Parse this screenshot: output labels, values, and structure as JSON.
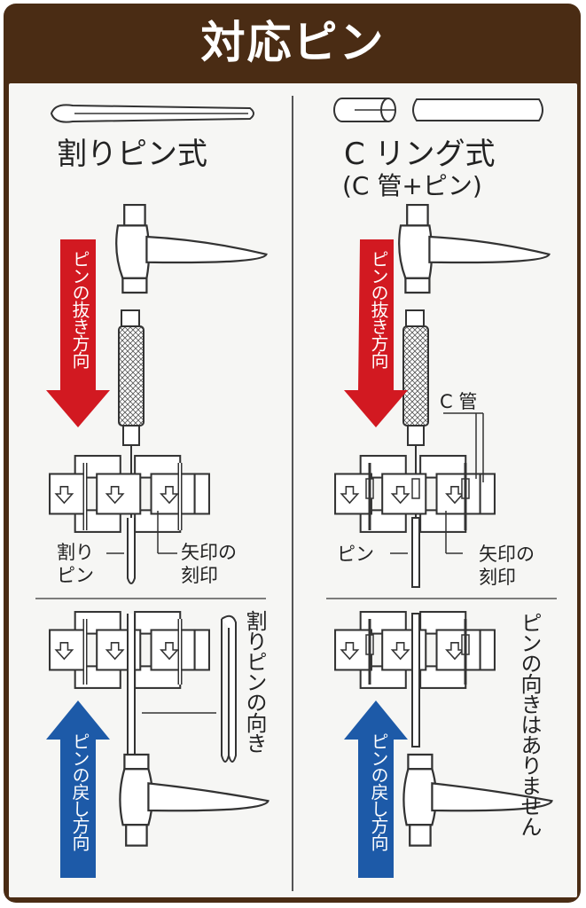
{
  "title": "対応ピン",
  "left": {
    "heading": "割りピン式",
    "arrow_down": "ピンの抜き方向",
    "arrow_up": "ピンの戻し方向",
    "label_pin": "割り\nピン",
    "label_arrow_mark": "矢印の\n刻印",
    "side_note": "割りピンの向き"
  },
  "right": {
    "heading": "C リング式",
    "subheading": "(C 管+ピン)",
    "label_tube": "C 管",
    "label_pin": "ピン",
    "label_arrow_mark": "矢印の\n刻印",
    "arrow_down": "ピンの抜き方向",
    "arrow_up": "ピンの戻し方向",
    "side_note": "ピンの向きはありません"
  },
  "colors": {
    "frame": "#4a2c14",
    "arrow_down": "#d21921",
    "arrow_up": "#1d5aa8"
  }
}
